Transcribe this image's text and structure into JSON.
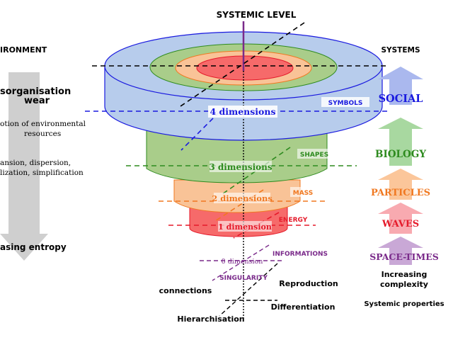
{
  "title": "SYSTEMIC  LEVEL",
  "left": {
    "heading": "IRONMENT",
    "disorg_line1": "sorganisation",
    "disorg_line2": "wear",
    "env_line1": "otion of environmental",
    "env_line2": "resources",
    "exp_line1": "ansion, dispersion,",
    "exp_line2": "lization, simplification",
    "entropy": "asing entropy"
  },
  "right": {
    "heading": "SYSTEMS",
    "levels": [
      {
        "name": "SOCIAL",
        "color": "#1a1adf",
        "arrow_color": "#aab8ee"
      },
      {
        "name": "BIOLOGY",
        "color": "#2e8b1f",
        "arrow_color": "#a8d8a0"
      },
      {
        "name": "PARTICLES",
        "color": "#f07820",
        "arrow_color": "#fbc69a"
      },
      {
        "name": "WAVES",
        "color": "#e51a2a",
        "arrow_color": "#f8aab0"
      },
      {
        "name": "SPACE-TIMES",
        "color": "#7a2a8a",
        "arrow_color": "#c9a8d6"
      }
    ],
    "complexity_line1": "Increasing",
    "complexity_line2": "complexity",
    "properties": "Systemic properties"
  },
  "dimensions": {
    "d4": "4 dimensions",
    "d3": "3 dimensions",
    "d2": "2 dimensions",
    "d1": "1 dimension",
    "d0": "0 dimension"
  },
  "tags": {
    "symbols": "SYMBOLS",
    "shapes": "SHAPES",
    "mass": "MASS",
    "energy": "ENERGY",
    "informations": "INFORMATIONS",
    "singularity": "SINGULARITY"
  },
  "properties_labels": {
    "connections": "connections",
    "reproduction": "Reproduction",
    "differentiation": "Differentiation",
    "hierarchisation": "Hierarchisation"
  },
  "colors": {
    "blue_disk": "#b7ccec",
    "green_disk": "#a9cd8a",
    "orange_disk": "#f9c397",
    "red_disk": "#f66a6a",
    "left_arrow": "#cfcfcf"
  }
}
